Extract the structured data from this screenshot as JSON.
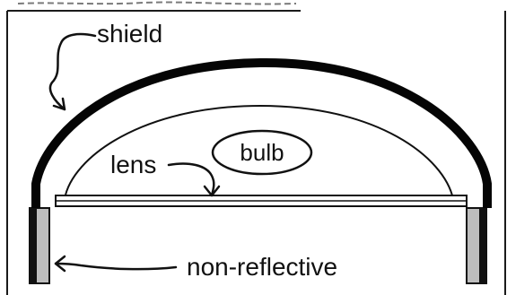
{
  "diagram": {
    "labels": {
      "shield": "shield",
      "bulb": "bulb",
      "lens": "lens",
      "non_reflective": "non-reflective"
    },
    "colors": {
      "background": "#ffffff",
      "line": "#111111",
      "shield": "#050505",
      "side_panel_fill": "#bdbdbd",
      "frame": "#1a1a1a"
    }
  }
}
